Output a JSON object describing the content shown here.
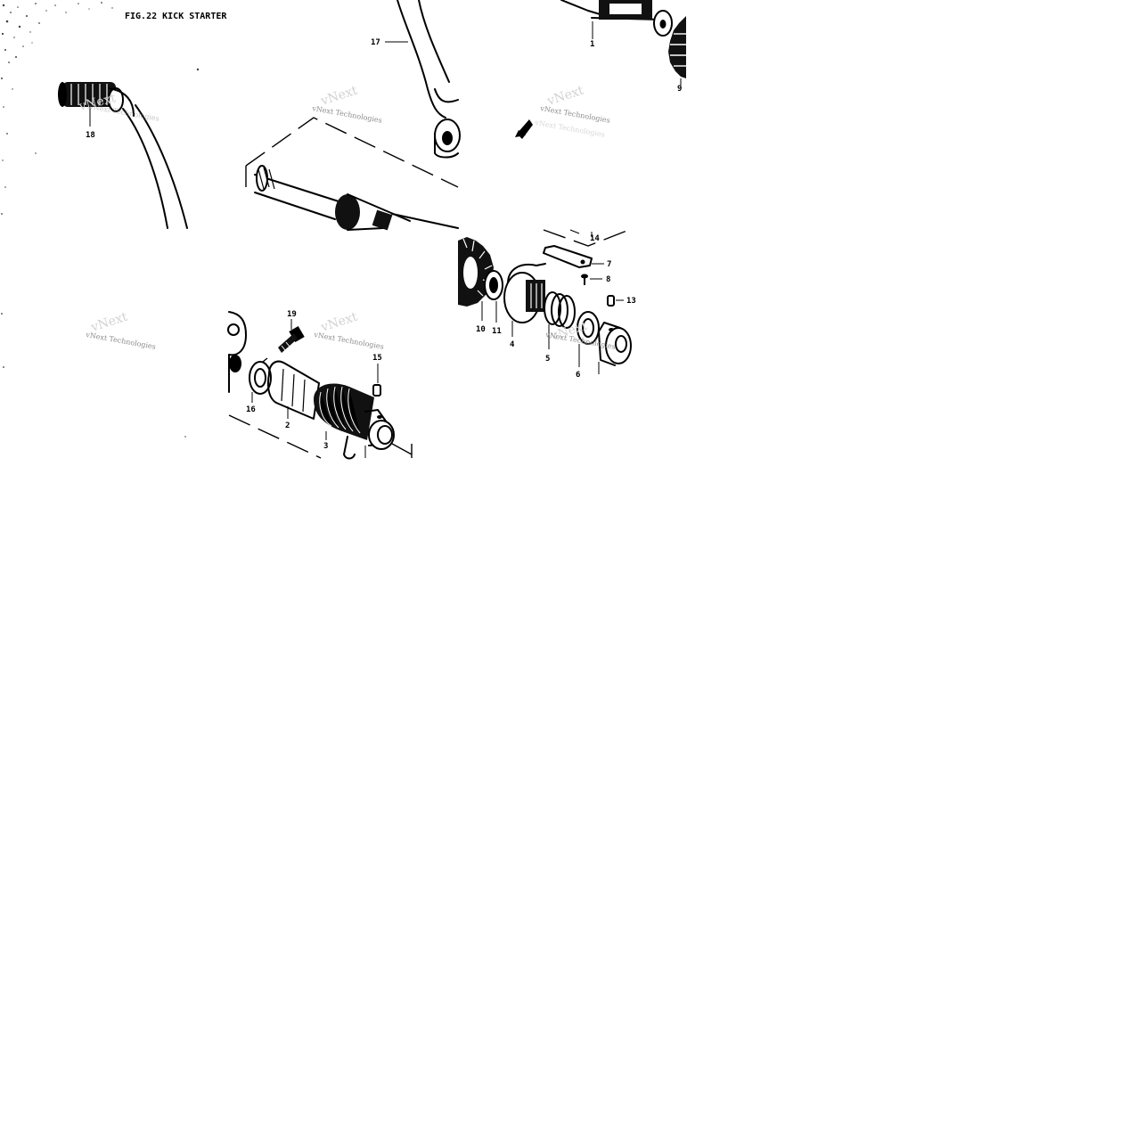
{
  "figure": {
    "title": "FIG.22  KICK STARTER"
  },
  "watermarks": [
    {
      "text": "vNext Technologies"
    },
    {
      "text": "vNext Technologies"
    },
    {
      "text": "vNext Technologies"
    },
    {
      "text": "vNext Technologies"
    },
    {
      "text": "vNext Technologies"
    },
    {
      "text": "vNext Technologies"
    },
    {
      "text": "vNext Technologies"
    }
  ],
  "callouts": {
    "c1_top": "1",
    "c9": "9",
    "c17": "17",
    "c18": "18",
    "c14": "14",
    "c7": "7",
    "c8": "8",
    "c13": "13",
    "c10": "10",
    "c11": "11",
    "c4": "4",
    "c5": "5",
    "c6": "6",
    "c19": "19",
    "c15": "15",
    "c16": "16",
    "c2": "2",
    "c3": "3"
  },
  "colors": {
    "ink": "#000000",
    "watermark": "#8c8c8c",
    "background": "#ffffff"
  }
}
